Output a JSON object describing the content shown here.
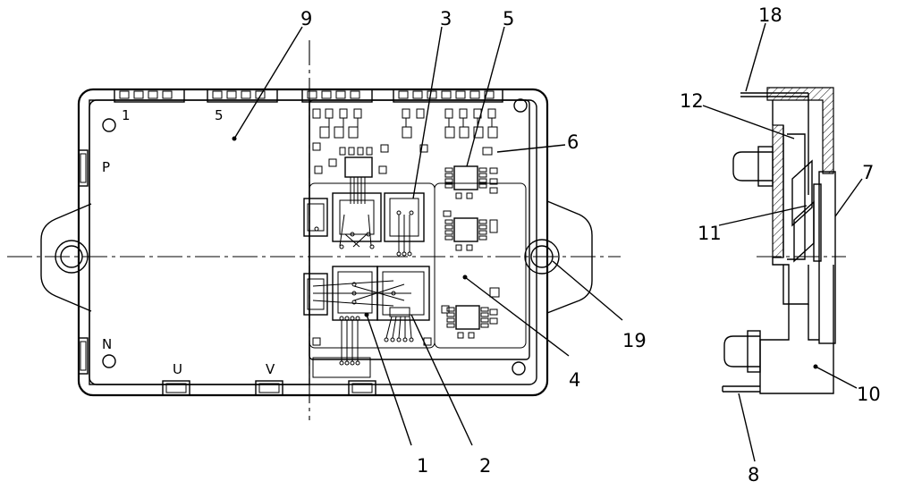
{
  "callouts": {
    "c1": "1",
    "c2": "2",
    "c3": "3",
    "c4": "4",
    "c5": "5",
    "c6": "6",
    "c7": "7",
    "c8": "8",
    "c9": "9",
    "c10": "10",
    "c11": "11",
    "c12": "12",
    "c18": "18",
    "c19": "19"
  },
  "terminals": {
    "t1": "1",
    "t5": "5",
    "tP": "P",
    "tN": "N",
    "tU": "U",
    "tV": "V"
  }
}
